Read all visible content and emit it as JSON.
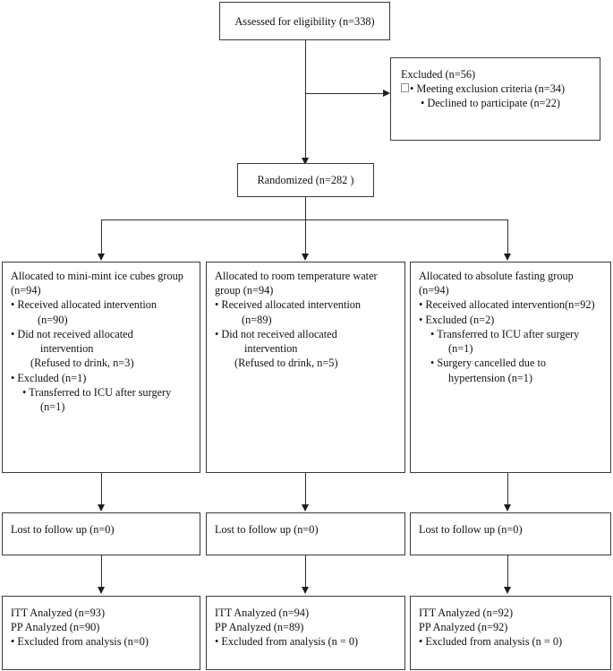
{
  "diagram": {
    "type": "consort-flow-diagram",
    "title_text": "",
    "nodes": {
      "assessed": {
        "label": "Assessed for eligibility (n=338)"
      },
      "excluded": {
        "heading": "Excluded (n=56)",
        "items": [
          "• Meeting exclusion criteria (n=34)",
          "• Declined to participate (n=22)"
        ]
      },
      "randomized": {
        "label": "Randomized (n=282 )"
      },
      "allocation": [
        {
          "title_line1": "Allocated to mini-mint ice cubes group",
          "title_line2": "(n=94)",
          "lines": [
            "• Received allocated intervention",
            "(n=90)",
            "• Did not received allocated",
            "intervention",
            "(Refused to drink, n=3)",
            "• Excluded (n=1)",
            "• Transferred to ICU after surgery",
            "(n=1)"
          ]
        },
        {
          "title_line1": "Allocated to room temperature water",
          "title_line2": "group (n=94)",
          "lines": [
            "• Received allocated intervention",
            "(n=89)",
            "• Did not received allocated",
            "intervention",
            "(Refused to drink, n=5)"
          ]
        },
        {
          "title_line1": "Allocated to absolute fasting group",
          "title_line2": "(n=94)",
          "lines": [
            "• Received allocated intervention(n=92)",
            "• Excluded (n=2)",
            "• Transferred to ICU after surgery",
            "(n=1)",
            "• Surgery cancelled due to",
            "hypertension (n=1)"
          ]
        }
      ],
      "followup": [
        {
          "label": "Lost to follow up (n=0)"
        },
        {
          "label": "Lost to follow up (n=0)"
        },
        {
          "label": "Lost to follow up (n=0)"
        }
      ],
      "analysis": [
        {
          "itt": "ITT Analyzed (n=93)",
          "pp": "PP Analyzed (n=90)",
          "excluded": "• Excluded from analysis (n=0)"
        },
        {
          "itt": "ITT Analyzed (n=94)",
          "pp": "PP Analyzed (n=89)",
          "excluded": "• Excluded from analysis (n = 0)"
        },
        {
          "itt": "ITT Analyzed (n=92)",
          "pp": "PP Analyzed (n=92)",
          "excluded": "• Excluded from analysis (n = 0)"
        }
      ]
    },
    "colors": {
      "box_border": "#3a3a3a",
      "connector": "#2f2f2f",
      "background": "#ffffff",
      "text": "#111111"
    }
  }
}
